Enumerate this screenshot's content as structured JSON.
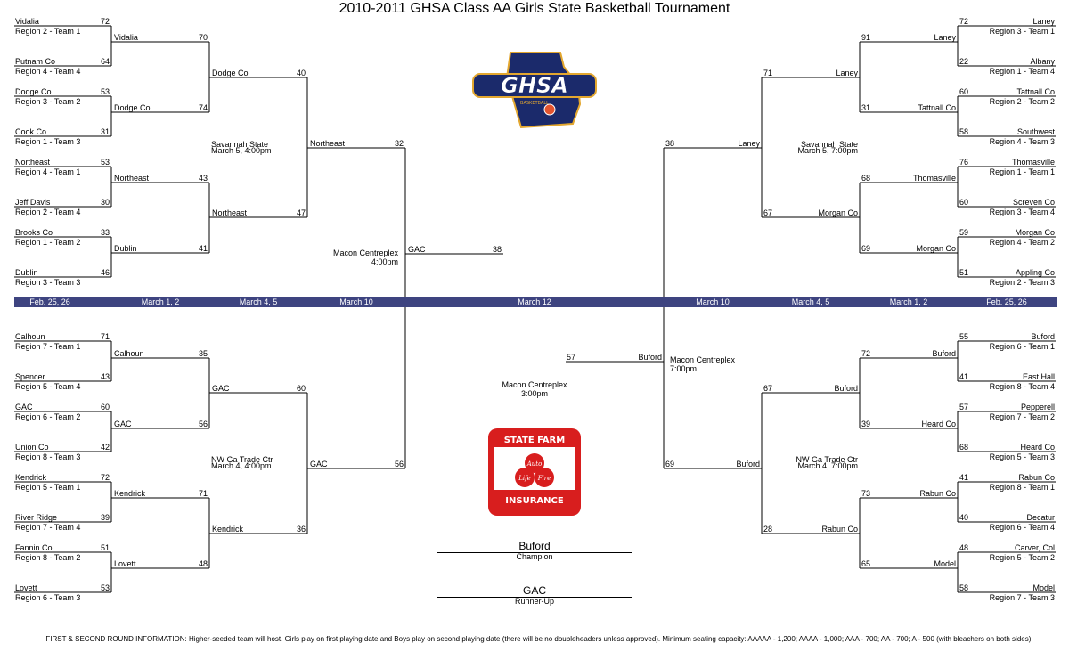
{
  "title": "2010-2011 GHSA Class AA Girls State Basketball Tournament",
  "band": [
    "Feb. 25, 26",
    "March 1, 2",
    "March 4, 5",
    "March 10",
    "March 12",
    "March 10",
    "March 4, 5",
    "March 1, 2",
    "Feb. 25, 26"
  ],
  "first_round": {
    "top_left": [
      {
        "name": "Vidalia",
        "seed": "Region 2 - Team 1",
        "score": "72"
      },
      {
        "name": "Putnam Co",
        "seed": "Region 4 - Team 4",
        "score": "64"
      },
      {
        "name": "Dodge Co",
        "seed": "Region 3 - Team 2",
        "score": "53"
      },
      {
        "name": "Cook Co",
        "seed": "Region 1 - Team 3",
        "score": "31"
      },
      {
        "name": "Northeast",
        "seed": "Region 4 - Team 1",
        "score": "53"
      },
      {
        "name": "Jeff Davis",
        "seed": "Region 2 - Team 4",
        "score": "30"
      },
      {
        "name": "Brooks Co",
        "seed": "Region 1 - Team 2",
        "score": "33"
      },
      {
        "name": "Dublin",
        "seed": "Region 3 - Team 3",
        "score": "46"
      }
    ],
    "bottom_left": [
      {
        "name": "Calhoun",
        "seed": "Region 7 - Team 1",
        "score": "71"
      },
      {
        "name": "Spencer",
        "seed": "Region 5 - Team 4",
        "score": "43"
      },
      {
        "name": "GAC",
        "seed": "Region 6 - Team 2",
        "score": "60"
      },
      {
        "name": "Union Co",
        "seed": "Region 8 - Team 3",
        "score": "42"
      },
      {
        "name": "Kendrick",
        "seed": "Region 5 - Team 1",
        "score": "72"
      },
      {
        "name": "River Ridge",
        "seed": "Region 7 - Team 4",
        "score": "39"
      },
      {
        "name": "Fannin Co",
        "seed": "Region 8 - Team 2",
        "score": "51"
      },
      {
        "name": "Lovett",
        "seed": "Region 6 - Team 3",
        "score": "53"
      }
    ],
    "top_right": [
      {
        "name": "Laney",
        "seed": "Region 3 - Team 1",
        "score": "72"
      },
      {
        "name": "Albany",
        "seed": "Region 1 - Team 4",
        "score": "22"
      },
      {
        "name": "Tattnall Co",
        "seed": "Region 2 - Team 2",
        "score": "60"
      },
      {
        "name": "Southwest",
        "seed": "Region 4 - Team 3",
        "score": "58"
      },
      {
        "name": "Thomasville",
        "seed": "Region 1 - Team 1",
        "score": "76"
      },
      {
        "name": "Screven Co",
        "seed": "Region 3 - Team 4",
        "score": "60"
      },
      {
        "name": "Morgan Co",
        "seed": "Region 4 - Team 2",
        "score": "59"
      },
      {
        "name": "Appling Co",
        "seed": "Region 2 - Team 3",
        "score": "51"
      }
    ],
    "bottom_right": [
      {
        "name": "Buford",
        "seed": "Region 6 - Team 1",
        "score": "55"
      },
      {
        "name": "East Hall",
        "seed": "Region 8 - Team 4",
        "score": "41"
      },
      {
        "name": "Pepperell",
        "seed": "Region 7 - Team 2",
        "score": "57"
      },
      {
        "name": "Heard Co",
        "seed": "Region 5 - Team 3",
        "score": "68"
      },
      {
        "name": "Rabun Co",
        "seed": "Region 8 - Team 1",
        "score": "41"
      },
      {
        "name": "Decatur",
        "seed": "Region 6 - Team 4",
        "score": "40"
      },
      {
        "name": "Carver, Col",
        "seed": "Region 5 - Team 2",
        "score": "48"
      },
      {
        "name": "Model",
        "seed": "Region 7 - Team 3",
        "score": "58"
      }
    ]
  },
  "second_round": {
    "top_left": [
      {
        "name": "Vidalia",
        "score": "70"
      },
      {
        "name": "Dodge Co",
        "score": "74"
      },
      {
        "name": "Northeast",
        "score": "43"
      },
      {
        "name": "Dublin",
        "score": "41"
      }
    ],
    "bottom_left": [
      {
        "name": "Calhoun",
        "score": "35"
      },
      {
        "name": "GAC",
        "score": "56"
      },
      {
        "name": "Kendrick",
        "score": "71"
      },
      {
        "name": "Lovett",
        "score": "48"
      }
    ],
    "top_right": [
      {
        "name": "Laney",
        "score": "91"
      },
      {
        "name": "Tattnall Co",
        "score": "31"
      },
      {
        "name": "Thomasville",
        "score": "68"
      },
      {
        "name": "Morgan Co",
        "score": "69"
      }
    ],
    "bottom_right": [
      {
        "name": "Buford",
        "score": "72"
      },
      {
        "name": "Heard Co",
        "score": "39"
      },
      {
        "name": "Rabun Co",
        "score": "73"
      },
      {
        "name": "Model",
        "score": "65"
      }
    ]
  },
  "third_round": {
    "top_left": [
      {
        "name": "Dodge Co",
        "score": "40"
      },
      {
        "name": "Northeast",
        "score": "47"
      }
    ],
    "bottom_left": [
      {
        "name": "GAC",
        "score": "60"
      },
      {
        "name": "Kendrick",
        "score": "36"
      }
    ],
    "top_right": [
      {
        "name": "Laney",
        "score": "71"
      },
      {
        "name": "Morgan Co",
        "score": "67"
      }
    ],
    "bottom_right": [
      {
        "name": "Buford",
        "score": "67"
      },
      {
        "name": "Rabun Co",
        "score": "28"
      }
    ]
  },
  "semifinal": {
    "top_left": {
      "name": "Northeast",
      "score": "32"
    },
    "bottom_left": {
      "name": "GAC",
      "score": "56"
    },
    "top_right": {
      "name": "Laney",
      "score": "38"
    },
    "bottom_right": {
      "name": "Buford",
      "score": "69"
    }
  },
  "final": {
    "left": {
      "name": "GAC",
      "score": "38"
    },
    "right": {
      "name": "Buford",
      "score": "57"
    }
  },
  "venues": {
    "quarter_top_left": [
      "Savannah State",
      "March 5, 4:00pm"
    ],
    "quarter_bottom_left": [
      "NW Ga Trade Ctr",
      "March 4, 4:00pm"
    ],
    "quarter_top_right": [
      "Savannah State",
      "March 5, 7:00pm"
    ],
    "quarter_bottom_right": [
      "NW Ga Trade Ctr",
      "March 4, 7:00pm"
    ],
    "semi_left": [
      "Macon Centreplex",
      "4:00pm"
    ],
    "semi_right": [
      "Macon Centreplex",
      "7:00pm"
    ],
    "final": [
      "Macon Centreplex",
      "3:00pm"
    ]
  },
  "champion": {
    "name": "Buford",
    "label": "Champion"
  },
  "runner_up": {
    "name": "GAC",
    "label": "Runner-Up"
  },
  "logos": {
    "ghsa": {
      "text": "GHSA",
      "sub": "BASKETBALL",
      "navy": "#1b2a6b",
      "gold": "#e3a72f"
    },
    "state_farm": {
      "top": "STATE FARM",
      "bottom": "INSURANCE",
      "circles": [
        "Auto",
        "Life",
        "Fire"
      ],
      "red": "#d81e1e"
    }
  },
  "footer": "FIRST & SECOND ROUND INFORMATION: Higher-seeded team will host.  Girls play on first playing date and Boys play on second playing date (there will be no doubleheaders unless approved).  Minimum seating capacity: AAAAA - 1,200; AAAA - 1,000; AAA - 700; AA - 700; A - 500 (with bleachers on both sides)."
}
